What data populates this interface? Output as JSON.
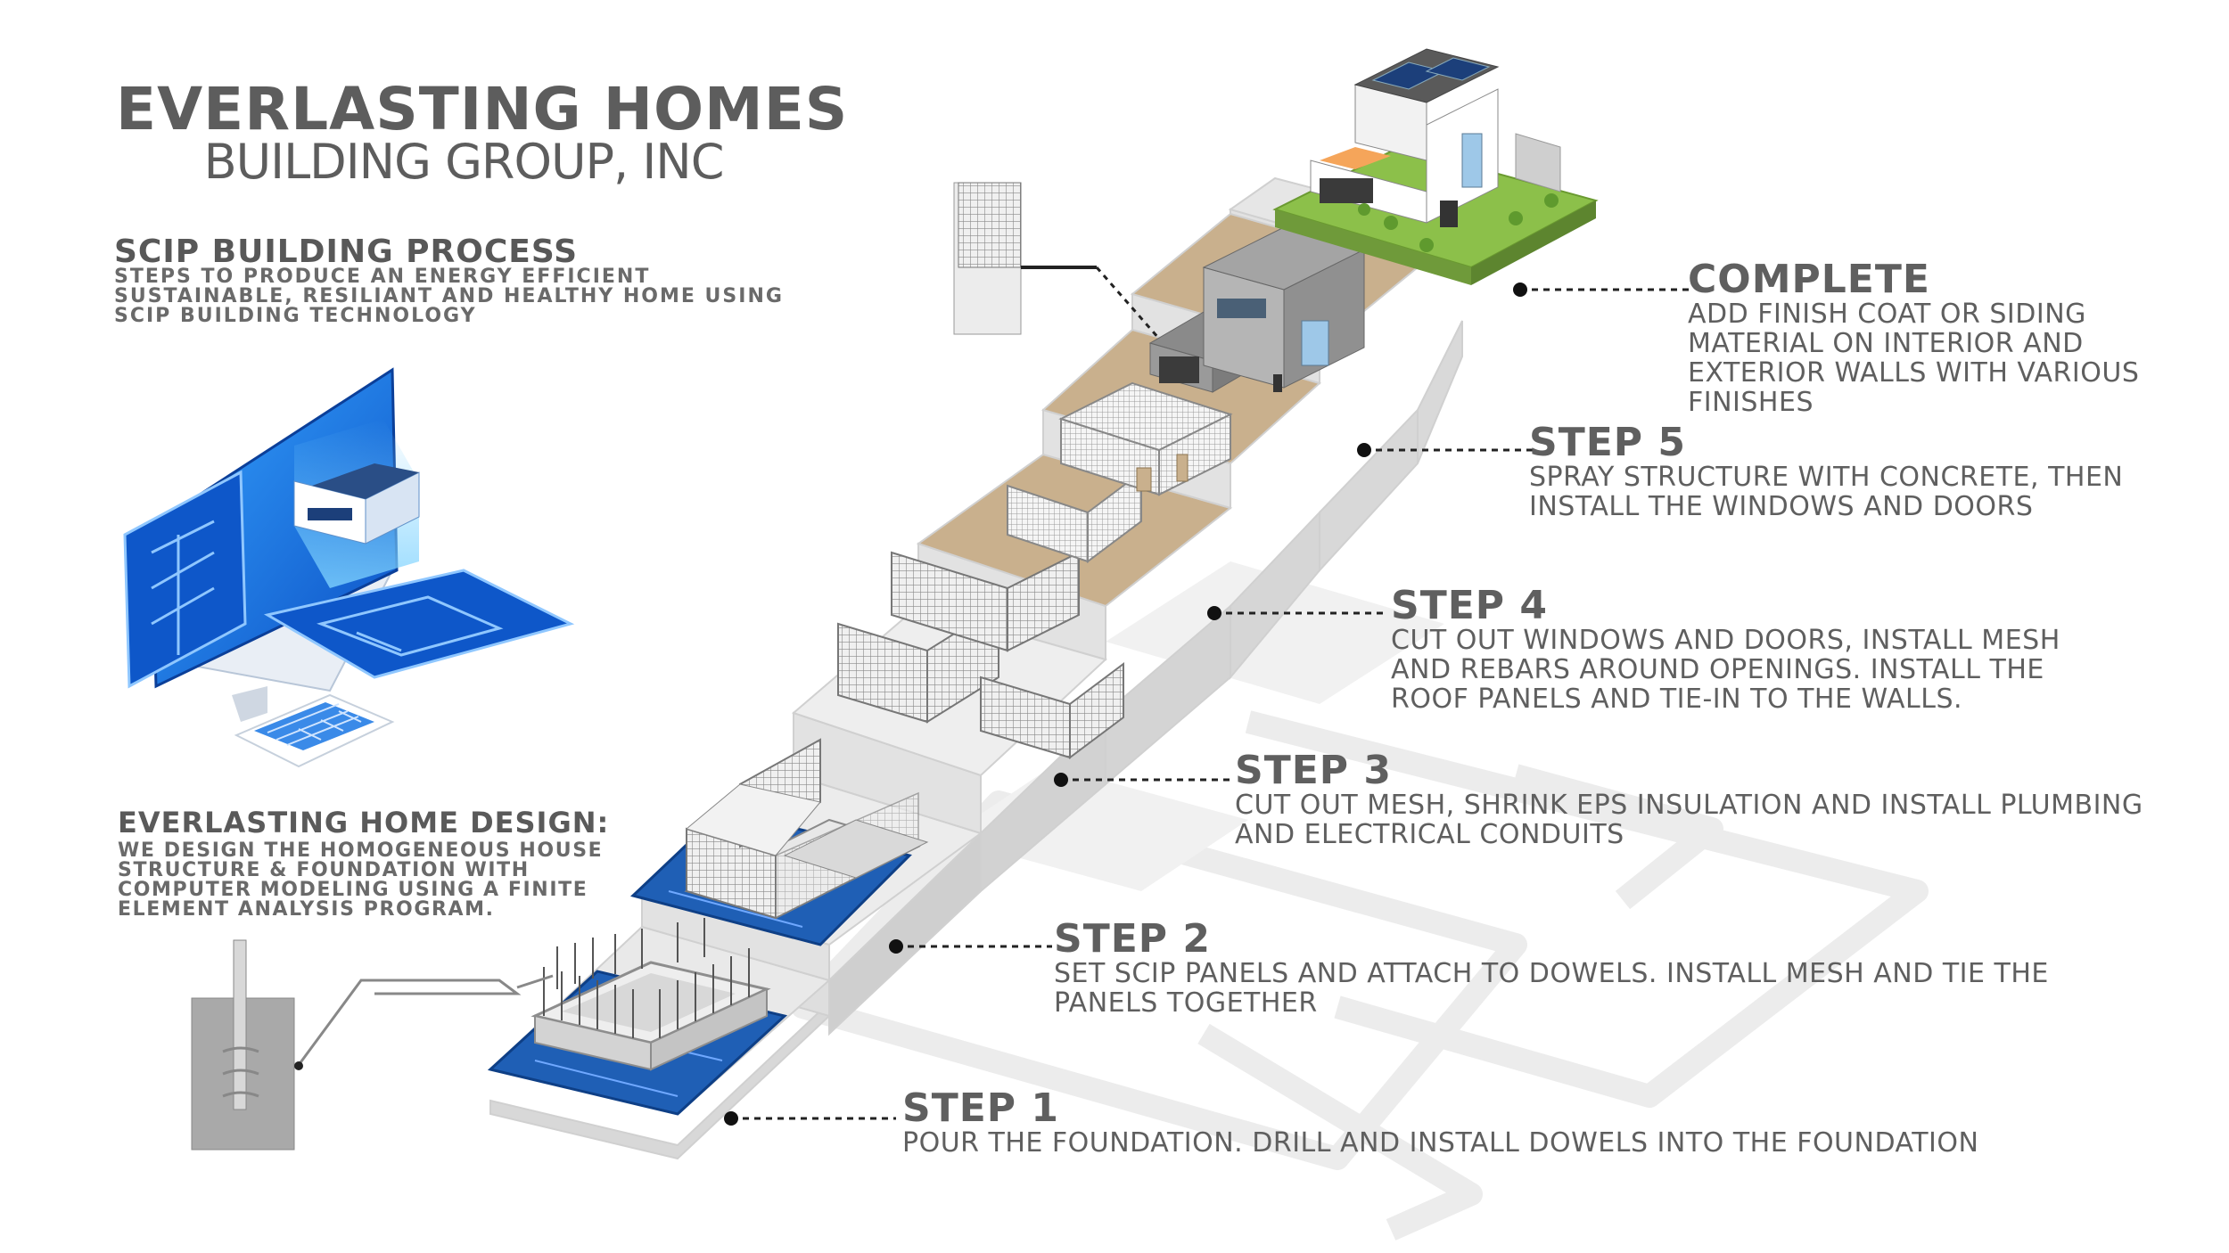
{
  "brand": {
    "name": "EVERLASTING HOMES",
    "subname": "BUILDING GROUP, INC"
  },
  "process": {
    "title": "SCIP BUILDING PROCESS",
    "description": "STEPS TO PRODUCE AN ENERGY EFFICIENT SUSTAINABLE, RESILIANT AND HEALTHY HOME USING SCIP BUILDING TECHNOLOGY"
  },
  "design": {
    "title": "EVERLASTING HOME DESIGN:",
    "description": "WE DESIGN THE HOMOGENEOUS HOUSE STRUCTURE & FOUNDATION WITH COMPUTER MODELING USING A FINITE ELEMENT ANALYSIS PROGRAM."
  },
  "steps": [
    {
      "title": "STEP 1",
      "description": "POUR THE FOUNDATION. DRILL AND INSTALL DOWELS INTO THE FOUNDATION"
    },
    {
      "title": "STEP 2",
      "description": "SET SCIP PANELS AND ATTACH TO DOWELS. INSTALL MESH AND TIE THE PANELS TOGETHER"
    },
    {
      "title": "STEP 3",
      "description": "CUT OUT MESH, SHRINK EPS INSULATION AND INSTALL PLUMBING AND ELECTRICAL CONDUITS"
    },
    {
      "title": "STEP 4",
      "description": "CUT OUT WINDOWS AND DOORS, INSTALL MESH AND REBARS AROUND OPENINGS. INSTALL THE ROOF PANELS AND TIE-IN TO THE WALLS."
    },
    {
      "title": "STEP 5",
      "description": "SPRAY STRUCTURE WITH CONCRETE, THEN INSTALL THE WINDOWS AND DOORS"
    },
    {
      "title": "COMPLETE",
      "description": "ADD FINISH COAT OR SIDING MATERIAL ON INTERIOR AND EXTERIOR WALLS WITH VARIOUS FINISHES"
    }
  ],
  "colors": {
    "text": "#5f5f5f",
    "blue": "#1f5fb5",
    "concrete": "#e4e4e4",
    "floor_wood": "#c9b08d",
    "lawn": "#8cc04a"
  }
}
